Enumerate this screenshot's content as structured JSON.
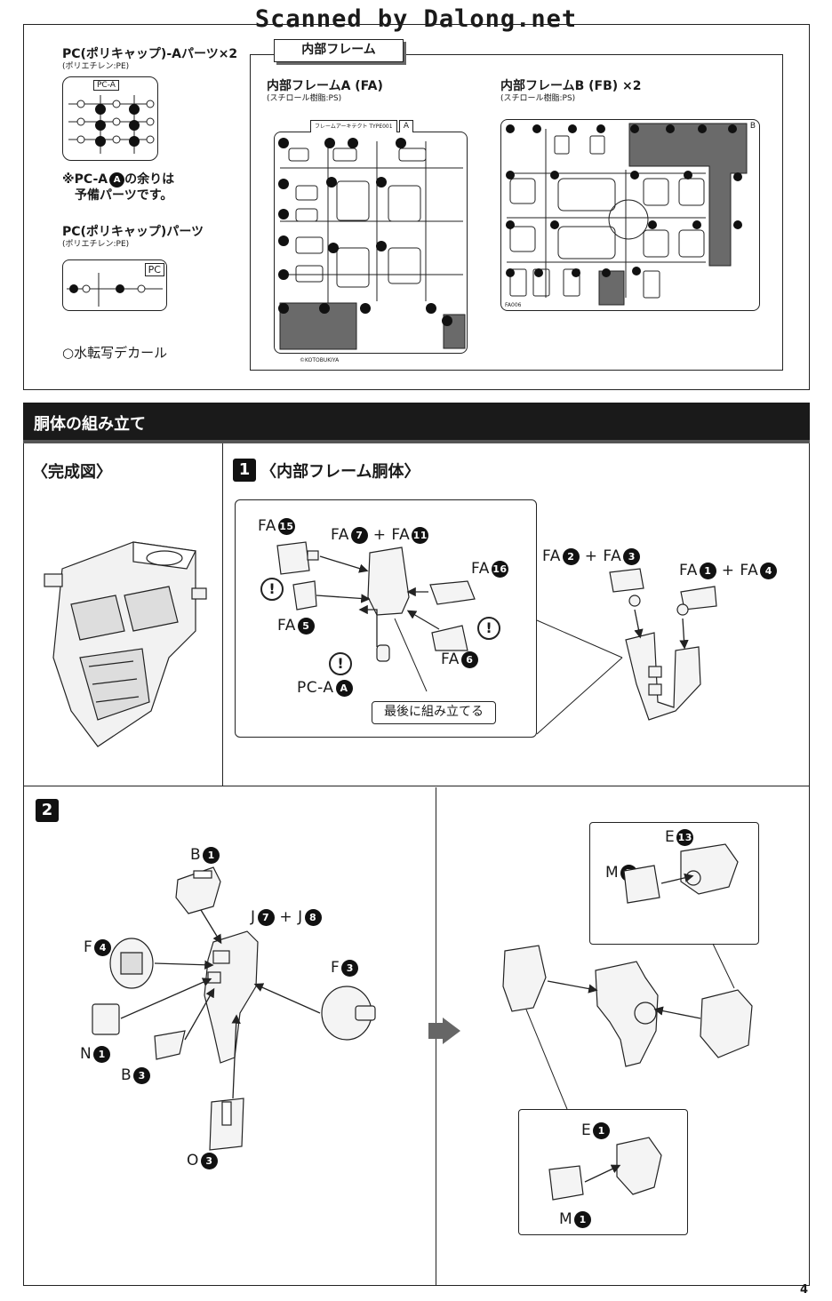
{
  "watermark": "Scanned by Dalong.net",
  "page_number": "4",
  "parts_list": {
    "pca_title": "PC(ポリキャップ)-Aパーツ×2",
    "pca_material": "(ポリエチレン:PE)",
    "pca_runner_label": "PC-A",
    "pca_note_line1": "※PC-A",
    "pca_note_circle": "A",
    "pca_note_line1_end": "の余りは",
    "pca_note_line2": "予備パーツです。",
    "pc_title": "PC(ポリキャップ)パーツ",
    "pc_material": "(ポリエチレン:PE)",
    "pc_runner_label": "PC",
    "decal": "○水転写デカール"
  },
  "inner_frame": {
    "header": "内部フレーム",
    "fa_title": "内部フレームA (FA)",
    "fa_material": "(スチロール樹脂:PS)",
    "fa_runner_top": "フレームアーキテクト TYPE001",
    "fa_runner_letter": "A",
    "fa_runner_bottom": "©KOTOBUKIYA",
    "fb_title": "内部フレームB (FB) ×2",
    "fb_material": "(スチロール樹脂:PS)",
    "fb_runner_letter": "B",
    "fb_runner_bottom": "FA006"
  },
  "section": {
    "title": "胴体の組み立て"
  },
  "complete": {
    "title": "〈完成図〉"
  },
  "step1": {
    "number": "1",
    "title": "〈内部フレーム胴体〉",
    "note": "最後に組み立てる",
    "labels": {
      "fa15": "FA",
      "fa7_11_a": "FA",
      "fa7_11_b": "+ FA",
      "fa16": "FA",
      "fa5": "FA",
      "fa6": "FA",
      "pca": "PC-A",
      "fa2_3_a": "FA",
      "fa2_3_b": "+ FA",
      "fa1_4_a": "FA",
      "fa1_4_b": "+ FA"
    }
  },
  "step2": {
    "number": "2",
    "labels": {
      "b1": "B",
      "j78_a": "J",
      "j78_b": "+ J",
      "f4": "F",
      "f3": "F",
      "n1": "N",
      "b3": "B",
      "o3": "O",
      "e13": "E",
      "m5": "M",
      "e1": "E",
      "m1": "M"
    }
  },
  "colors": {
    "ink": "#1a1a1a",
    "header_bar": "#1a1a1a",
    "shade": "#6a6a6a"
  }
}
